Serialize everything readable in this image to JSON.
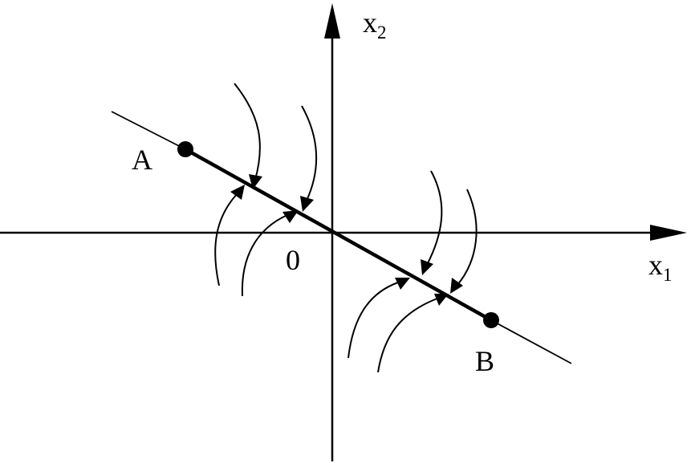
{
  "labels": {
    "x1_axis": "x",
    "x1_subscript": "1",
    "x2_axis": "x",
    "x2_subscript": "2",
    "origin": "0",
    "point_a": "A",
    "point_b": "B"
  },
  "colors": {
    "stroke": "#000000",
    "background": "#ffffff"
  }
}
